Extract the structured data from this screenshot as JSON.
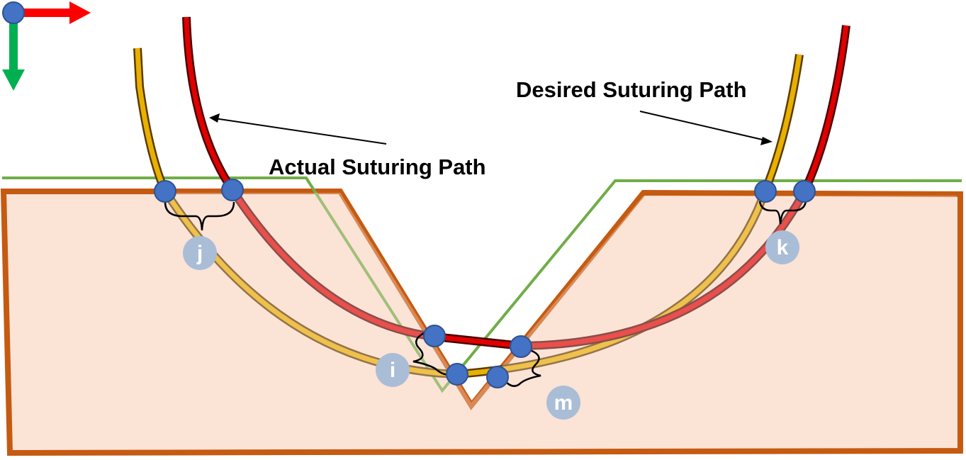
{
  "labels": {
    "actual_path": "Actual Suturing Path",
    "desired_path": "Desired Suturing Path"
  },
  "markers": {
    "i": "i",
    "j": "j",
    "k": "k",
    "m": "m"
  },
  "colors": {
    "tissue_fill": "#fbe3d6",
    "tissue_stroke": "#c55a11",
    "green_line": "#70ad47",
    "axis_x": "#ff0000",
    "axis_y": "#00b050",
    "point": "#4472c4",
    "point_stroke": "#2f528f",
    "marker_circle": "#a9bdd6",
    "needle_red": "#e00000",
    "needle_gold": "#e8a800"
  },
  "icons": {
    "origin": "origin-point-icon",
    "x_axis": "x-axis-arrow-icon",
    "y_axis": "y-axis-arrow-icon"
  }
}
